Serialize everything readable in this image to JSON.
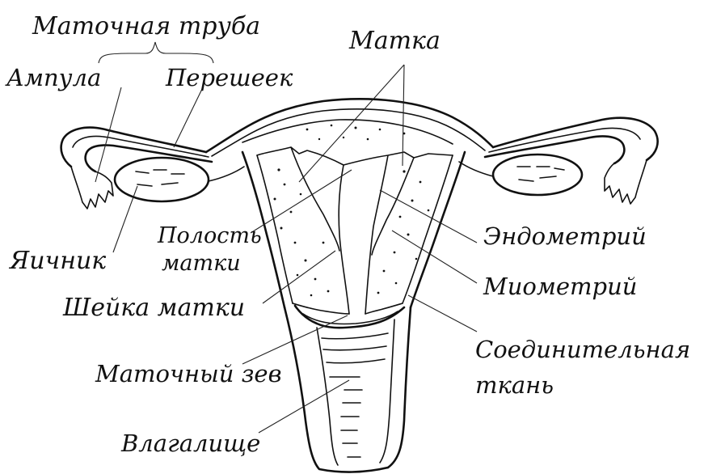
{
  "labels": {
    "fallopian_tube": "Маточная труба",
    "uterus": "Матка",
    "ampulla": "Ампула",
    "isthmus": "Перешеек",
    "ovary": "Яичник",
    "uterine_cavity_line1": "Полость",
    "uterine_cavity_line2": "матки",
    "endometrium": "Эндометрий",
    "myometrium": "Миометрий",
    "cervix": "Шейка матки",
    "connective_line1": "Соединительная",
    "connective_line2": "ткань",
    "external_os": "Маточный зев",
    "vagina": "Влагалище"
  },
  "colors": {
    "ink": "#111111",
    "background": "#ffffff"
  }
}
